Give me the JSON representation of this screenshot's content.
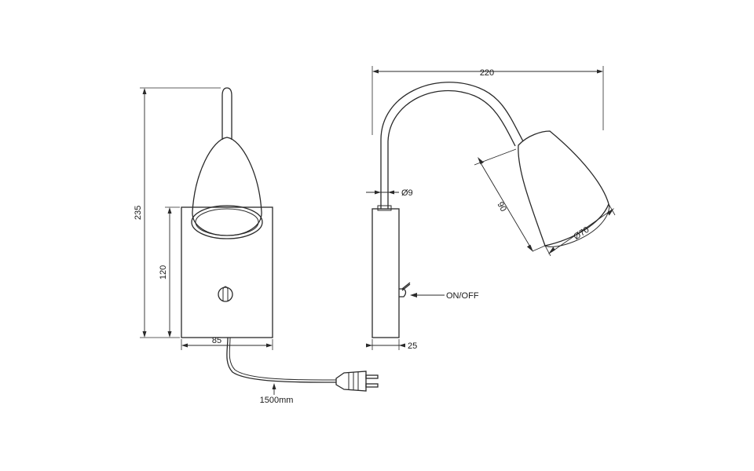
{
  "dimensions": {
    "overall_width": "220",
    "overall_height": "235",
    "backplate_height": "120",
    "backplate_width": "85",
    "backplate_depth": "25",
    "arm_diameter": "Ø9",
    "shade_length": "90",
    "shade_diameter": "Ø70",
    "cable_length": "1500mm"
  },
  "callouts": {
    "switch": "ON/OFF"
  }
}
